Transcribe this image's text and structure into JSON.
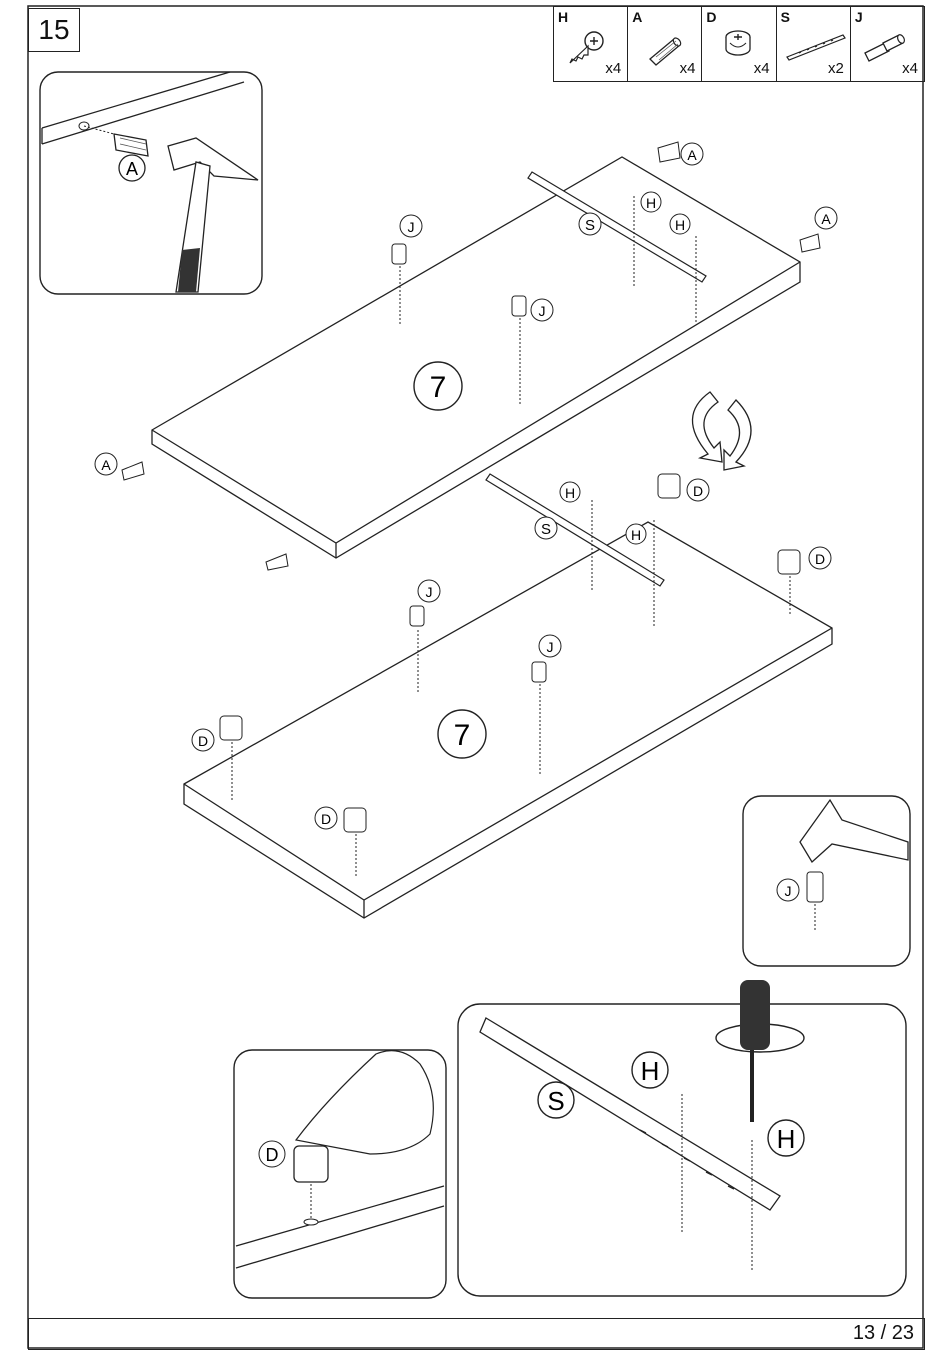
{
  "step": {
    "number": "15"
  },
  "parts": [
    {
      "letter": "H",
      "qty": "x4",
      "icon": "screw-icon"
    },
    {
      "letter": "A",
      "qty": "x4",
      "icon": "dowel-icon"
    },
    {
      "letter": "D",
      "qty": "x4",
      "icon": "cam-lock-icon"
    },
    {
      "letter": "S",
      "qty": "x2",
      "icon": "drawer-slide-icon"
    },
    {
      "letter": "J",
      "qty": "x4",
      "icon": "pin-icon"
    }
  ],
  "panels": {
    "top_label": "7",
    "bottom_label": "7"
  },
  "labels": {
    "A": "A",
    "H": "H",
    "D": "D",
    "S": "S",
    "J": "J"
  },
  "footer": {
    "page": "13 / 23"
  }
}
